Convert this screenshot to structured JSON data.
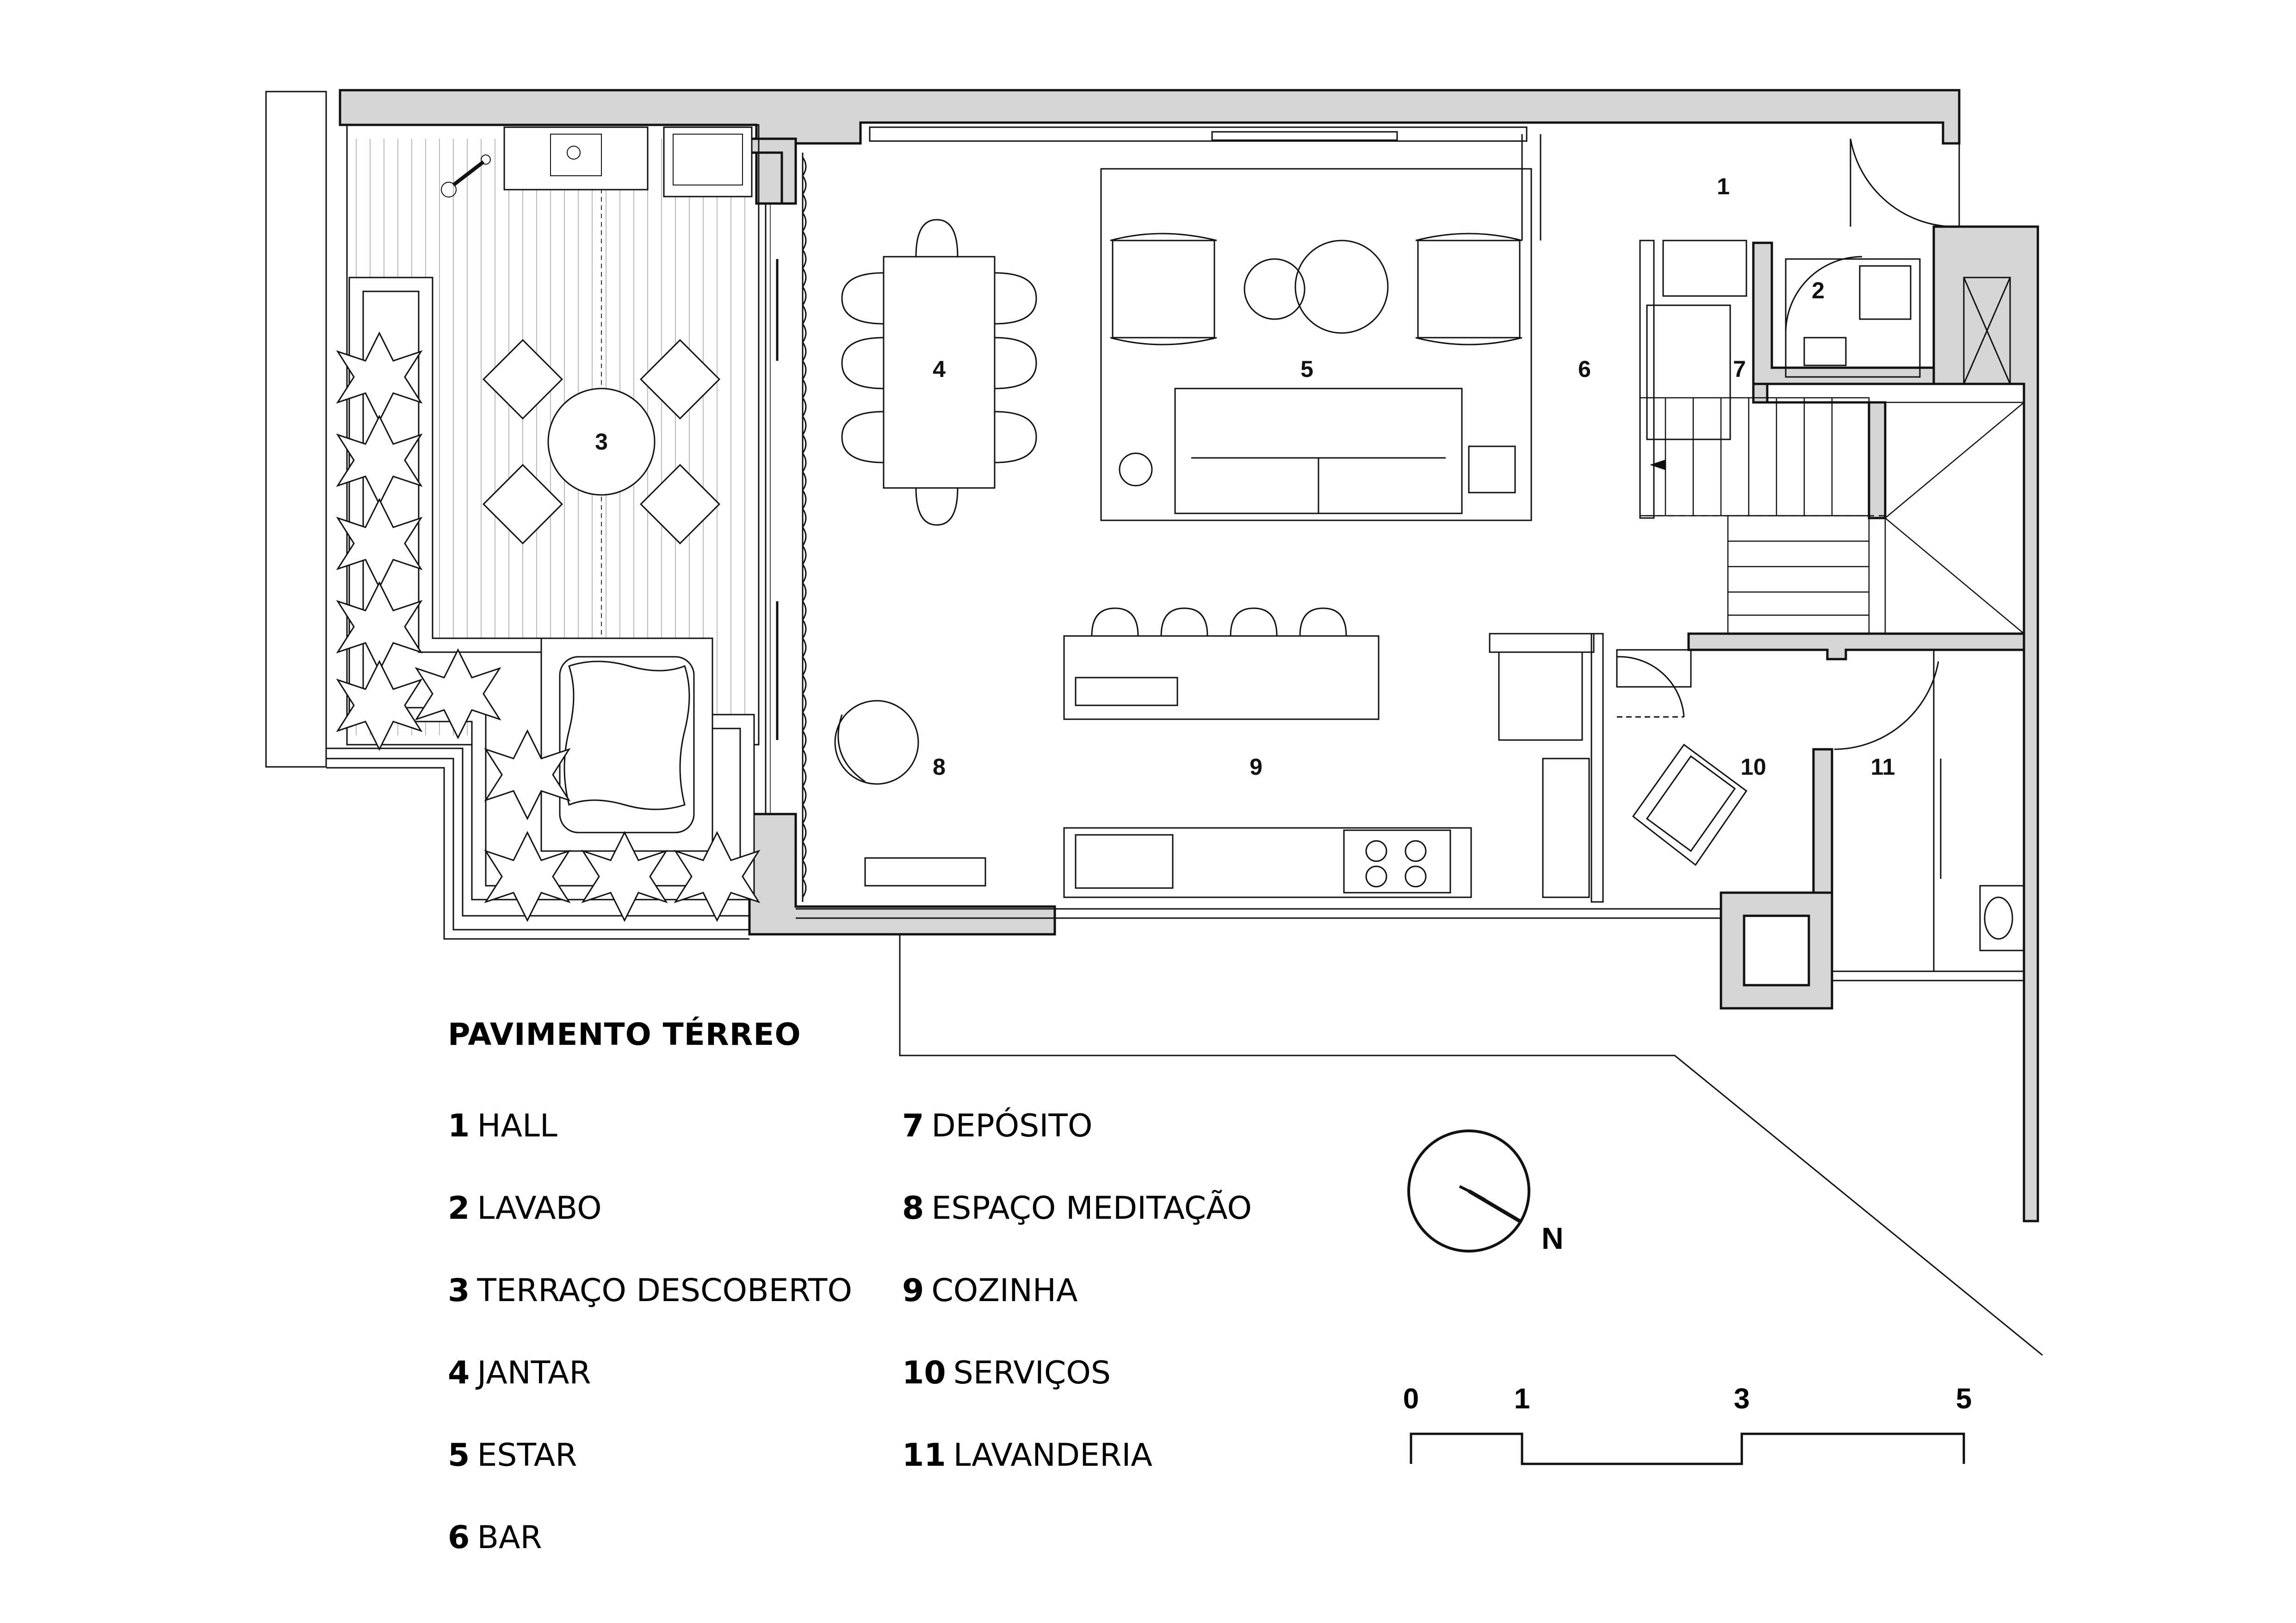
{
  "title": "PAVIMENTO TÉRREO",
  "rooms": [
    {
      "num": "1",
      "name": "HALL"
    },
    {
      "num": "2",
      "name": "LAVABO"
    },
    {
      "num": "3",
      "name": "TERRAÇO DESCOBERTO"
    },
    {
      "num": "4",
      "name": "JANTAR"
    },
    {
      "num": "5",
      "name": "ESTAR"
    },
    {
      "num": "6",
      "name": "BAR"
    },
    {
      "num": "7",
      "name": "DEPÓSITO"
    },
    {
      "num": "8",
      "name": "ESPAÇO MEDITAÇÃO"
    },
    {
      "num": "9",
      "name": "COZINHA"
    },
    {
      "num": "10",
      "name": "SERVIÇOS"
    },
    {
      "num": "11",
      "name": "LAVANDERIA"
    }
  ],
  "north": {
    "label": "N"
  },
  "scale": {
    "ticks": [
      "0",
      "1",
      "3",
      "5"
    ]
  },
  "colors": {
    "wall_fill": "#d6d6d6",
    "line": "#111111",
    "background": "#ffffff"
  }
}
